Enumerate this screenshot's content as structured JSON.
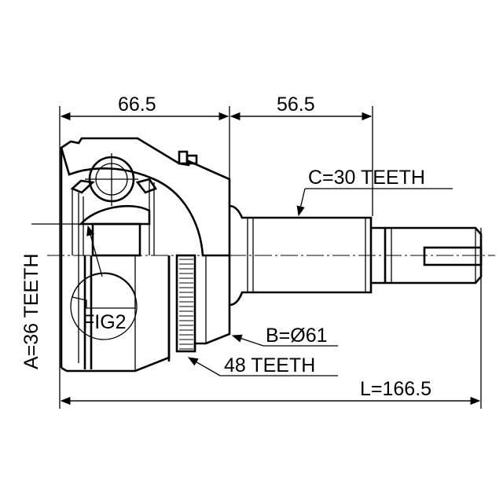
{
  "drawing": {
    "dim_top_left": "66.5",
    "dim_top_right": "56.5",
    "spline_c": "C=30 TEETH",
    "spline_a": "A=36 TEETH",
    "fig_label": "FIG2",
    "diameter_b": "B=Ø61",
    "abs_ring": "48 TEETH",
    "length_l": "L=166.5"
  },
  "colors": {
    "line": "#000000",
    "background": "#ffffff"
  }
}
